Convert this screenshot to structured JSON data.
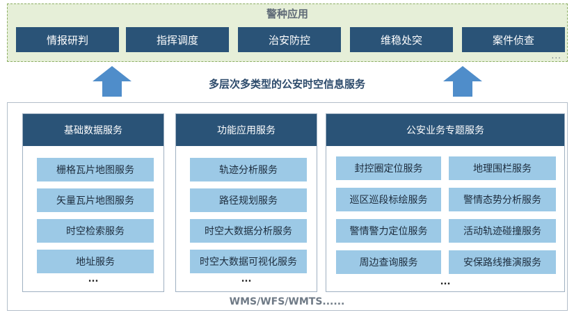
{
  "app_layer": {
    "title": "警种应用",
    "apps": [
      "情报研判",
      "指挥调度",
      "治安防控",
      "维稳处突",
      "案件侦查"
    ],
    "more": "..."
  },
  "middle_title": "多层次多类型的公安时空信息服务",
  "columns": {
    "basic": {
      "header": "基础数据服务",
      "items": [
        "栅格瓦片地图服务",
        "矢量瓦片地图服务",
        "时空检索服务",
        "地址服务"
      ],
      "more": "..."
    },
    "function": {
      "header": "功能应用服务",
      "items": [
        "轨迹分析服务",
        "路径规划服务",
        "时空大数据分析服务",
        "时空大数据可视化服务"
      ],
      "more": "..."
    },
    "police": {
      "header": "公安业务专题服务",
      "items_left": [
        "封控圈定位服务",
        "巡区巡段标绘服务",
        "警情警力定位服务",
        "周边查询服务"
      ],
      "items_right": [
        "地理围栏服务",
        "警情态势分析服务",
        "活动轨迹碰撞服务",
        "安保路线推演服务"
      ],
      "more": "..."
    }
  },
  "footer": "WMS/WFS/WMTS......",
  "colors": {
    "header_blue": "#2a5377",
    "service_blue": "#9cc9e6",
    "arrow_blue": "#4f8dca",
    "panel_green": "#e6efd8"
  }
}
